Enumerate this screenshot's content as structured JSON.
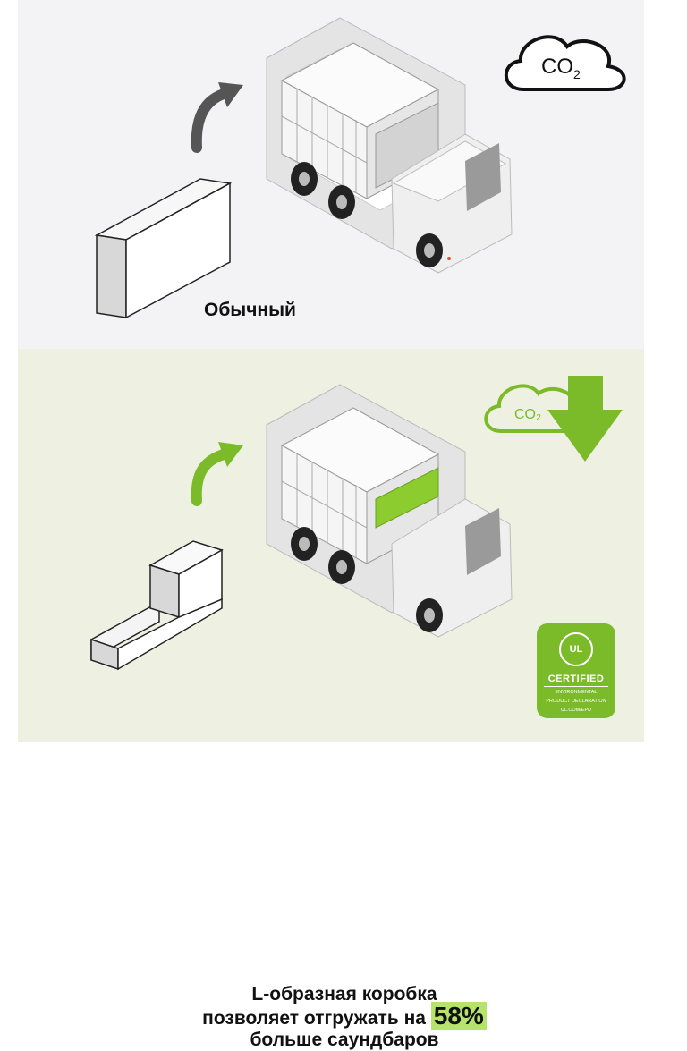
{
  "top": {
    "co2_label": "CO",
    "co2_sub": "2",
    "caption": "Обычный"
  },
  "bottom": {
    "co2_label": "CO₂",
    "caption_line1": "L-образная коробка",
    "caption_line2_prefix": "позволяет отгружать на ",
    "caption_highlight": "58%",
    "caption_line3": "больше саундбаров"
  },
  "badge": {
    "ul": "UL",
    "certified": "CERTIFIED",
    "line1": "ENVIRONMENTAL",
    "line2": "PRODUCT DECLARATION",
    "line3": "UL.COM/EPD"
  },
  "colors": {
    "green": "#7bbb2a",
    "highlight": "#b6e36a",
    "dark_arrow": "#555555"
  }
}
